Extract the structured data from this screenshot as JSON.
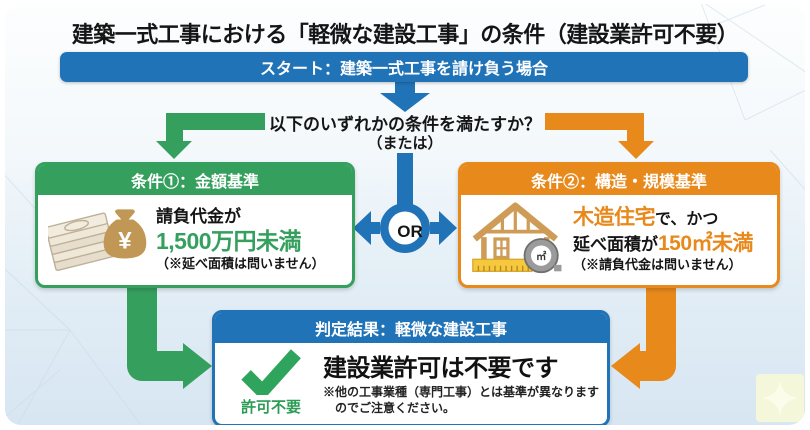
{
  "title": "建築一式工事における「軽微な建設工事」の条件（建設業許可不要）",
  "start_bar": {
    "label": "スタート：建築一式工事を請け負う場合"
  },
  "question": {
    "line1": "以下のいずれかの条件を満たすか？",
    "line2": "（または）"
  },
  "or_connector": {
    "label": "OR"
  },
  "condition1": {
    "header": "条件①：金額基準",
    "icon": "money-icon",
    "money_bag_symbol": "¥",
    "lead": "請負代金が",
    "highlight": "1,500万円未満",
    "note": "（※延べ面積は問いません）"
  },
  "condition2": {
    "header": "条件②：構造・規模基準",
    "icon": "wooden-house-icon",
    "tape_symbol": "㎡",
    "highlight1": "木造住宅",
    "text1": "で、かつ",
    "text2": "延べ面積が",
    "highlight2": "150㎡未満",
    "note": "（※請負代金は問いません）"
  },
  "result": {
    "header": "判定結果：軽微な建設工事",
    "icon": "check-icon",
    "badge": "許可不要",
    "headline": "建設業許可は不要です",
    "note_line1": "※他の工事業種（専門工事）とは基準が異なります",
    "note_line2": "のでご注意ください。"
  },
  "colors": {
    "blue": "#2173b8",
    "green": "#35a05e",
    "orange": "#e8891c",
    "panel_top": "#fcfdfe",
    "panel_bottom": "#d7e6f2"
  }
}
